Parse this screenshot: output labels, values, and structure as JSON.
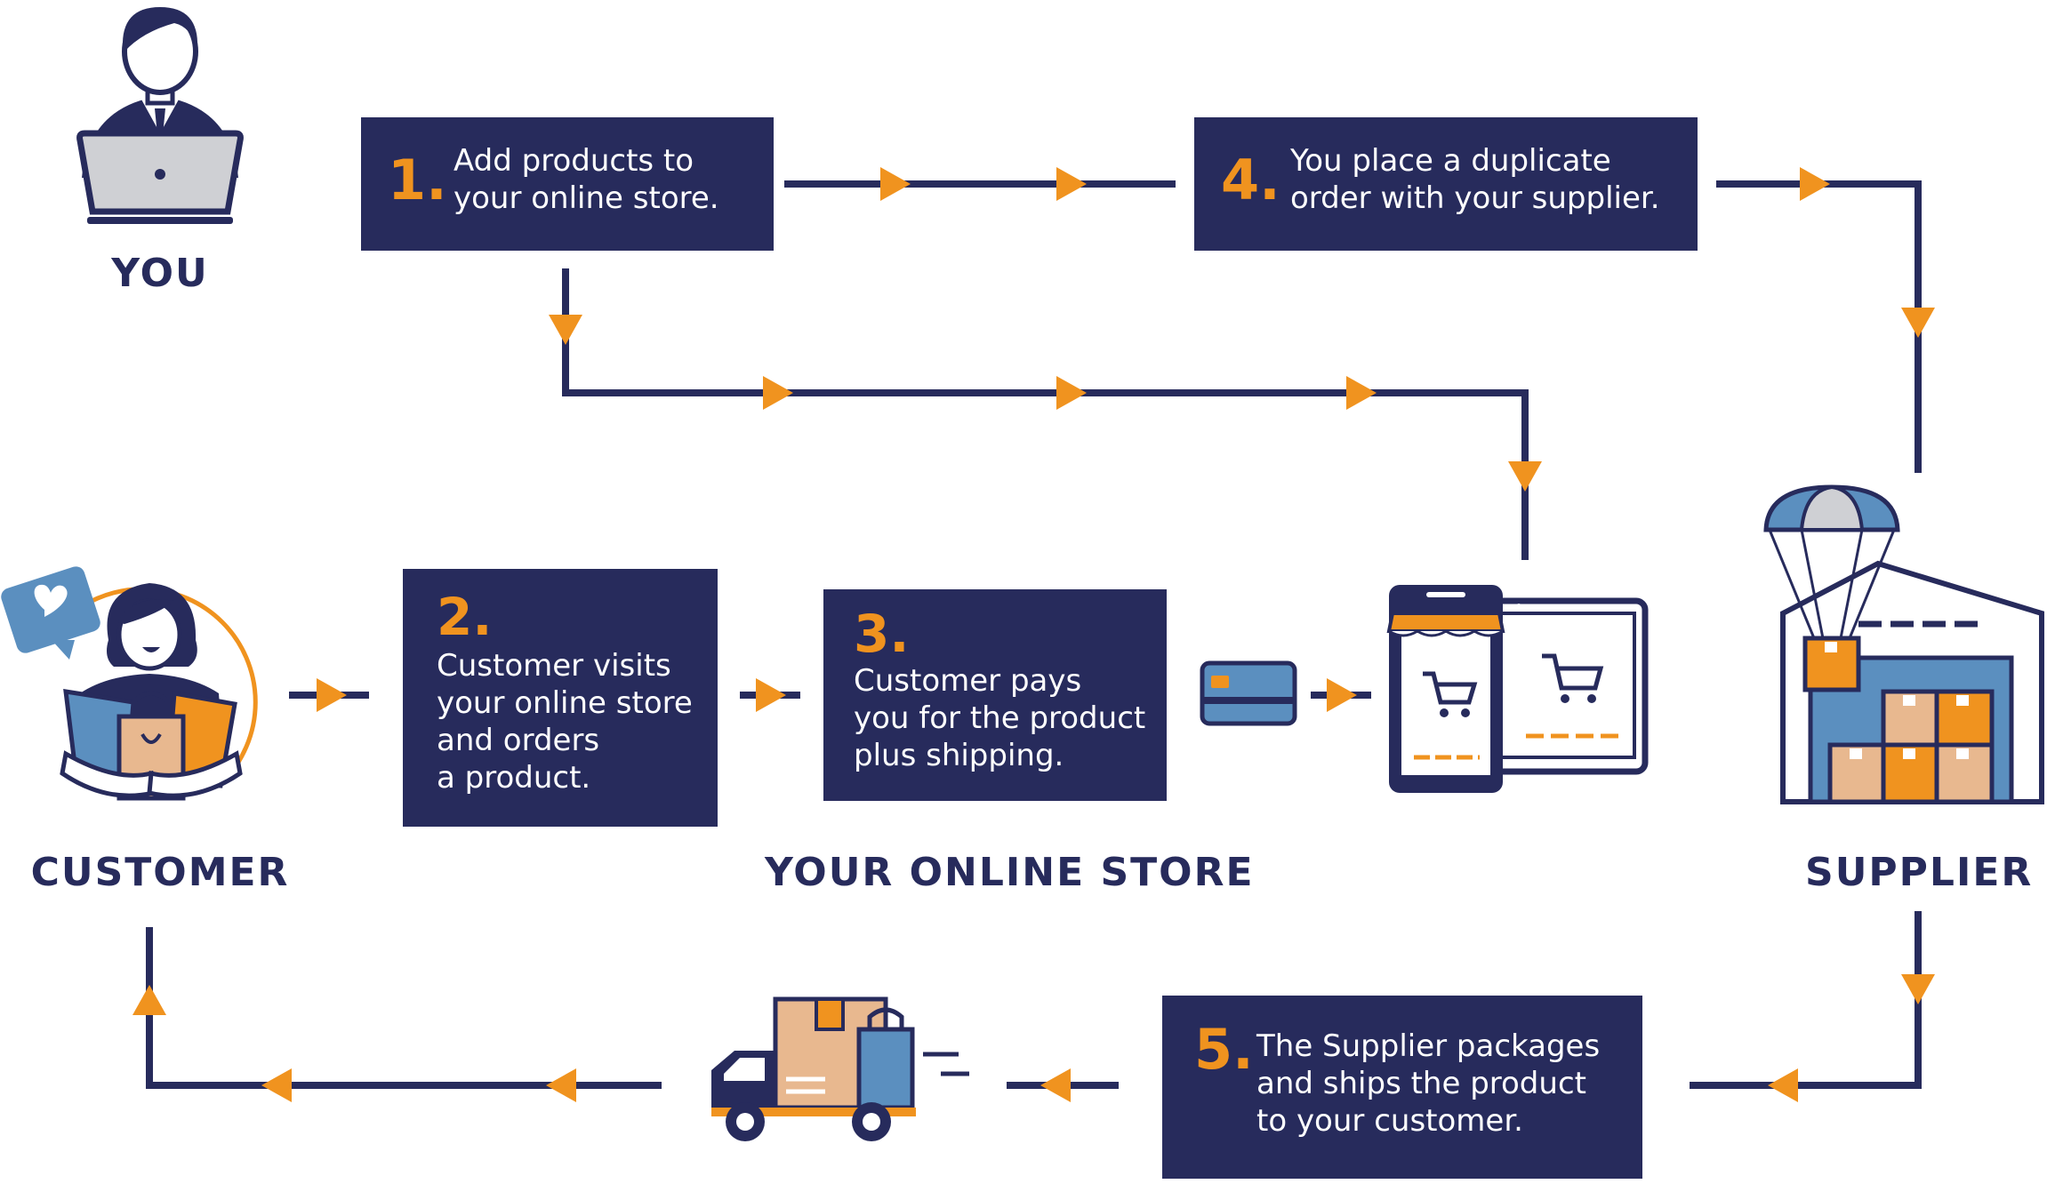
{
  "colors": {
    "navy": "#272b5c",
    "orange": "#f0931f",
    "blue": "#5b8fbf",
    "tan": "#e8b88f",
    "grey": "#cfd0d4"
  },
  "actors": {
    "you": "YOU",
    "customer": "CUSTOMER",
    "store": "YOUR ONLINE STORE",
    "supplier": "SUPPLIER"
  },
  "steps": [
    {
      "num": "1.",
      "text": "Add products to\nyour online store."
    },
    {
      "num": "2.",
      "text": "Customer visits\nyour online store\nand orders\na product."
    },
    {
      "num": "3.",
      "text": "Customer pays\nyou for the product\nplus shipping."
    },
    {
      "num": "4.",
      "text": "You place a duplicate\norder with your supplier."
    },
    {
      "num": "5.",
      "text": "The Supplier packages\nand ships the product\nto your customer."
    }
  ],
  "icons": {
    "you": "person-with-laptop-icon",
    "customer": "customer-with-bags-icon",
    "card": "credit-card-icon",
    "devices": "phone-and-tablet-store-icon",
    "supplier": "warehouse-with-parachute-icon",
    "truck": "delivery-truck-icon",
    "heart": "heart-speech-bubble-icon"
  }
}
